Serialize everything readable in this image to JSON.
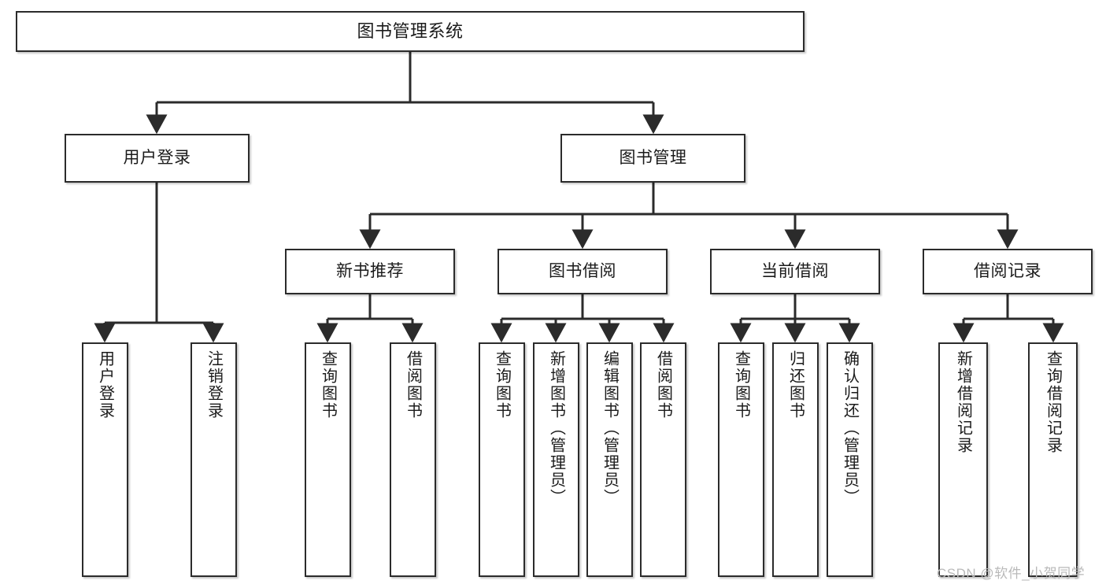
{
  "diagram": {
    "title": "图书管理系统",
    "type": "tree-hierarchy-diagram",
    "theme": {
      "box_border": "#2b2b2b",
      "box_fill": "#ffffff",
      "connector": "#2b2b2b",
      "background": "#ffffff",
      "watermark_color": "#b9b9b9"
    },
    "levels": {
      "root": "图书管理系统",
      "level2": [
        "用户登录",
        "图书管理"
      ],
      "level3": [
        "新书推荐",
        "图书借阅",
        "当前借阅",
        "借阅记录"
      ]
    },
    "nodes": {
      "root": {
        "label": "图书管理系统"
      },
      "user_login": {
        "label": "用户登录"
      },
      "book_manage": {
        "label": "图书管理"
      },
      "new_book_rec": {
        "label": "新书推荐"
      },
      "book_borrow": {
        "label": "图书借阅"
      },
      "current_borrow": {
        "label": "当前借阅"
      },
      "borrow_record": {
        "label": "借阅记录"
      },
      "leaf_user_login": {
        "label": "用户登录"
      },
      "leaf_logout": {
        "label": "注销登录"
      },
      "leaf_query_book_a": {
        "label": "查询图书"
      },
      "leaf_borrow_book_a": {
        "label": "借阅图书"
      },
      "leaf_query_book_b": {
        "label": "查询图书"
      },
      "leaf_add_book": {
        "label": "新增图书（管理员）"
      },
      "leaf_edit_book": {
        "label": "编辑图书（管理员）"
      },
      "leaf_borrow_book_b": {
        "label": "借阅图书"
      },
      "leaf_query_book_c": {
        "label": "查询图书"
      },
      "leaf_return_book": {
        "label": "归还图书"
      },
      "leaf_confirm_return": {
        "label": "确认归还（管理员）"
      },
      "leaf_add_record": {
        "label": "新增借阅记录"
      },
      "leaf_query_record": {
        "label": "查询借阅记录"
      }
    },
    "watermark": "CSDN @软件_小贺同学"
  }
}
